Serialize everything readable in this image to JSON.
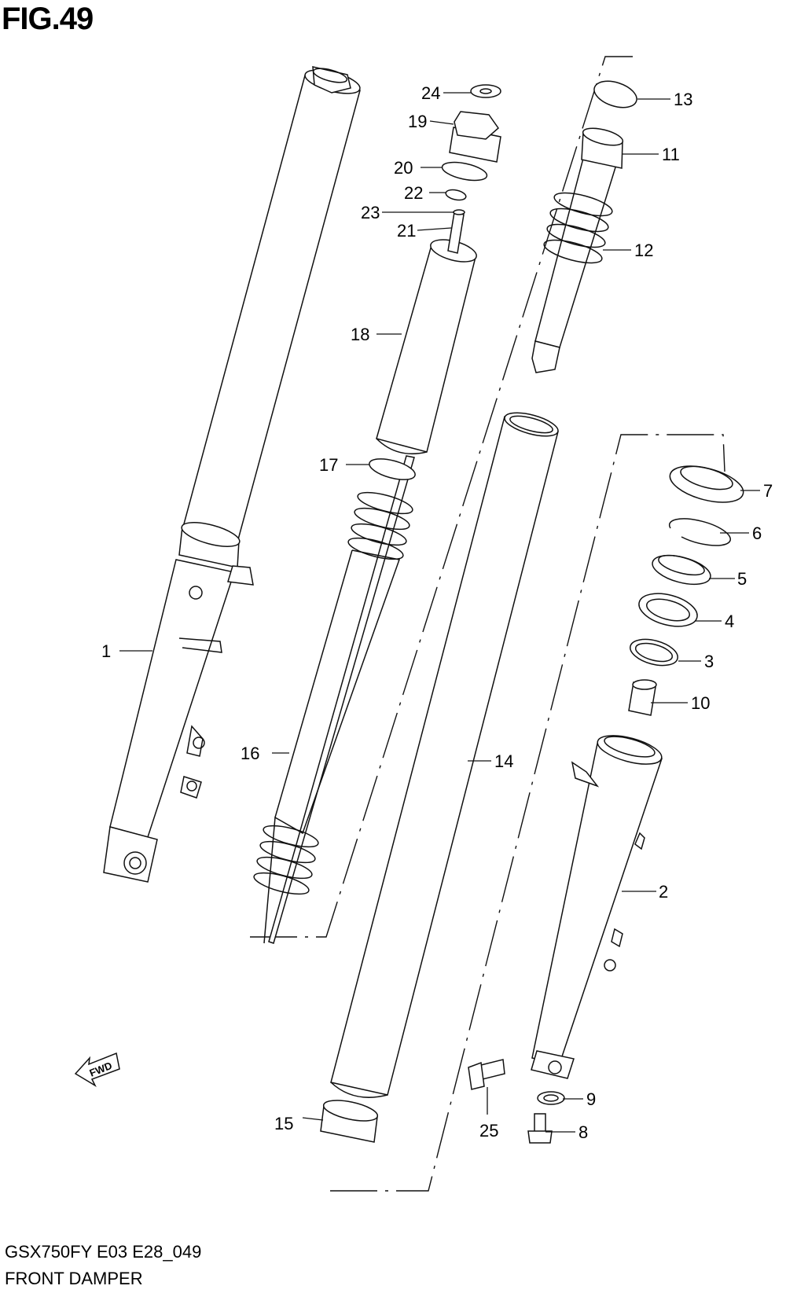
{
  "figure": {
    "title": "FIG.49",
    "model_code": "GSX750FY E03 E28_049",
    "name": "FRONT DAMPER"
  },
  "fwd_label": "FWD",
  "callouts": {
    "p1": "1",
    "p2": "2",
    "p3": "3",
    "p4": "4",
    "p5": "5",
    "p6": "6",
    "p7": "7",
    "p8": "8",
    "p9": "9",
    "p10": "10",
    "p11": "11",
    "p12": "12",
    "p13": "13",
    "p14": "14",
    "p15": "15",
    "p16": "16",
    "p17": "17",
    "p18": "18",
    "p19": "19",
    "p20": "20",
    "p21": "21",
    "p22": "22",
    "p23": "23",
    "p24": "24",
    "p25": "25"
  }
}
